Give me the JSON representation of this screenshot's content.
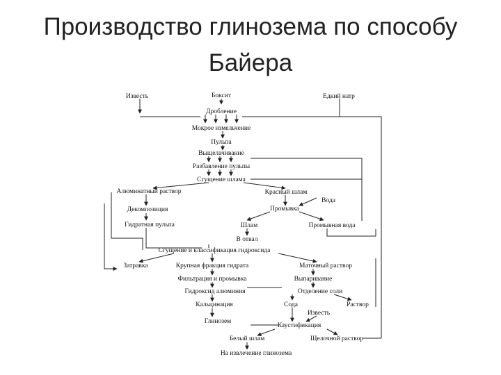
{
  "title": [
    "Производство глинозема по способу",
    "Байера"
  ],
  "nodes": {
    "izvest1": "Известь",
    "boksit": "Боксит",
    "edkiy_natr": "Едкий натр",
    "droblenie": "Дробление",
    "mokroe": "Мокрое измельчение",
    "pulpa": "Пульпа",
    "vyshchel": "Выщелачивание",
    "razbavlenie": "Разбавление пульпы",
    "sgushchenie_shlama": "Сгущение шлама",
    "alum_rastvor": "Алюминатный раствор",
    "krasny_shlam": "Красный шлам",
    "voda": "Вода",
    "dekompoziciya": "Декомпозиция",
    "promyvka": "Промывка",
    "gidratnaya": "Гидратная пульпа",
    "shlam": "Шлам",
    "promyvnaya_voda": "Промывная вода",
    "v_otval": "В отвал",
    "sgushchenie_gidr": "Сгущение и классификация гидроксида",
    "zatravka": "Затравка",
    "krupnaya": "Крупная фракция гидрата",
    "matochny": "Маточный раствор",
    "filtraciya": "Фильтрация и промывка",
    "vyparivanie": "Выпаривание",
    "gidroksid": "Гидроксид алюминия",
    "otdelenie": "Отделение соли",
    "kalcinaciya": "Кальцинация",
    "soda": "Сода",
    "rastvor": "Раствор",
    "izvest2": "Известь",
    "glinozem": "Глинозем",
    "kaustifikaciya": "Каустификация",
    "bely_shlam": "Белый шлам",
    "shchelochnoy": "Щелочной раствор",
    "na_izvlechenie": "На извлечение глинозема"
  }
}
